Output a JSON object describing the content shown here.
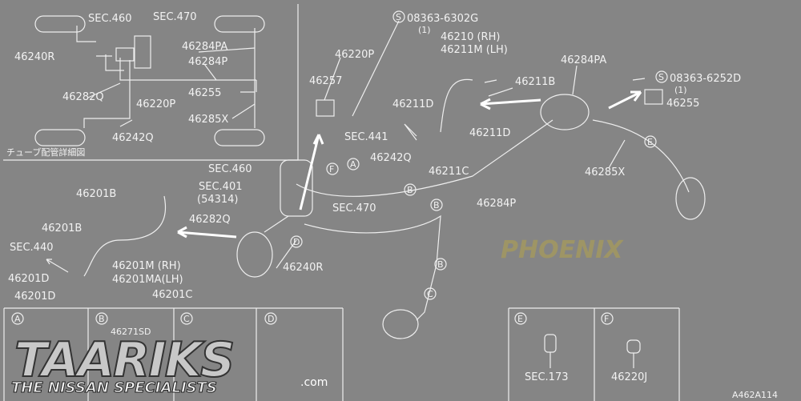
{
  "inset": {
    "labels": [
      "SEC.460",
      "SEC.470",
      "46240R",
      "46284PA",
      "46284P",
      "46282Q",
      "46220P",
      "46255",
      "46285X",
      "46242Q"
    ],
    "caption": "チューブ配管詳細図"
  },
  "main": {
    "labels": [
      "08363-6302G",
      "(1)",
      "46210 (RH)",
      "46211M (LH)",
      "46220P",
      "46257",
      "46211B",
      "46284PA",
      "08363-6252D",
      "(1)",
      "46255",
      "46211D",
      "46211D",
      "SEC.441",
      "46242Q",
      "46211C",
      "46285X",
      "SEC.460",
      "SEC.401",
      "(54314)",
      "46201B",
      "46282Q",
      "SEC.470",
      "46284P",
      "46201B",
      "SEC.440",
      "46201M (RH)",
      "46201MA(LH)",
      "46240R",
      "46201D",
      "46201D",
      "46201C"
    ],
    "bolt_symbol": "S",
    "callouts": [
      "A",
      "F",
      "B",
      "B",
      "D",
      "B",
      "C",
      "E"
    ]
  },
  "detail_boxes": [
    {
      "letter": "A",
      "label": ""
    },
    {
      "letter": "B",
      "label": "46271SD"
    },
    {
      "letter": "C",
      "label": ""
    },
    {
      "letter": "D",
      "label": ""
    },
    {
      "letter": "E",
      "label": "SEC.173"
    },
    {
      "letter": "F",
      "label": "46220J"
    }
  ],
  "diagram_code": "A462A114",
  "watermark": {
    "brand": "TAARIKS",
    "tagline": "THE NISSAN SPECIALISTS",
    "suffix": ".com",
    "overlay": "PHOENIX"
  }
}
